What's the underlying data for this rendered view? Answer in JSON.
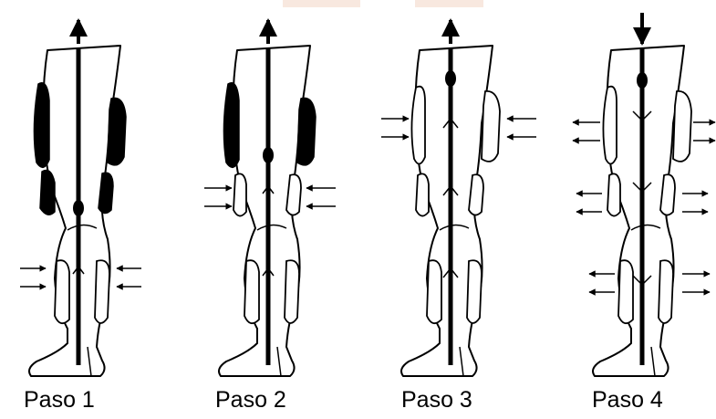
{
  "steps": [
    {
      "label": "Paso 1",
      "flow": "up"
    },
    {
      "label": "Paso 2",
      "flow": "up"
    },
    {
      "label": "Paso 3",
      "flow": "up"
    },
    {
      "label": "Paso 4",
      "flow": "down"
    }
  ],
  "colors": {
    "ink": "#000000",
    "background": "#ffffff",
    "faint_tint": "#f4d9c9"
  },
  "icons": [
    "arrow-up-icon",
    "arrow-down-icon",
    "compression-arrow-icon",
    "outward-arrow-icon",
    "valve-icon"
  ]
}
